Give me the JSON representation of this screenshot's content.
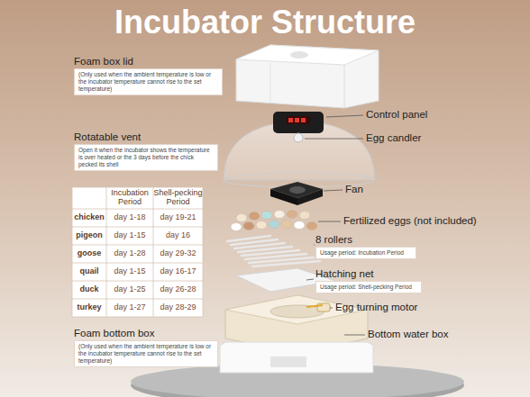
{
  "diagram": {
    "title": "Incubator Structure",
    "nodes": [
      {
        "text": [
          "Foam box lid",
          "(Only used when the ambient temperature is low or the incubator temperature cannot rise to the set temperature)"
        ]
      },
      {
        "text": [
          "Rotatable vent",
          "Open it when the incubator shows the temperature is over heated or the 3 days before the chick pecked its shell"
        ]
      },
      {
        "text": [
          "8 rollers",
          "Usage period: Incubation Period"
        ]
      },
      {
        "text": [
          "Hatching net",
          "Usage period: Shell-pecking Period"
        ]
      },
      {
        "text": [
          "Foam bottom box",
          "(Only used when the ambient temperature is low or the incubator temperature cannot rise to the set temperature)"
        ]
      }
    ],
    "labels": [
      "Control panel",
      "Egg candler",
      "Fan",
      "Fertilized eggs (not included)",
      "Egg turning motor",
      "Bottom water box",
      "Incubation Period",
      "Shell-pecking Period",
      "chicken",
      "day 1-18",
      "day 19-21",
      "pigeon",
      "day 1-15",
      "day 16",
      "goose",
      "day 1-28",
      "day 29-32",
      "quail",
      "day 1-15",
      "day 16-17",
      "duck",
      "day 1-25",
      "day 26-28",
      "turkey",
      "day 1-27",
      "day 28-29"
    ]
  }
}
